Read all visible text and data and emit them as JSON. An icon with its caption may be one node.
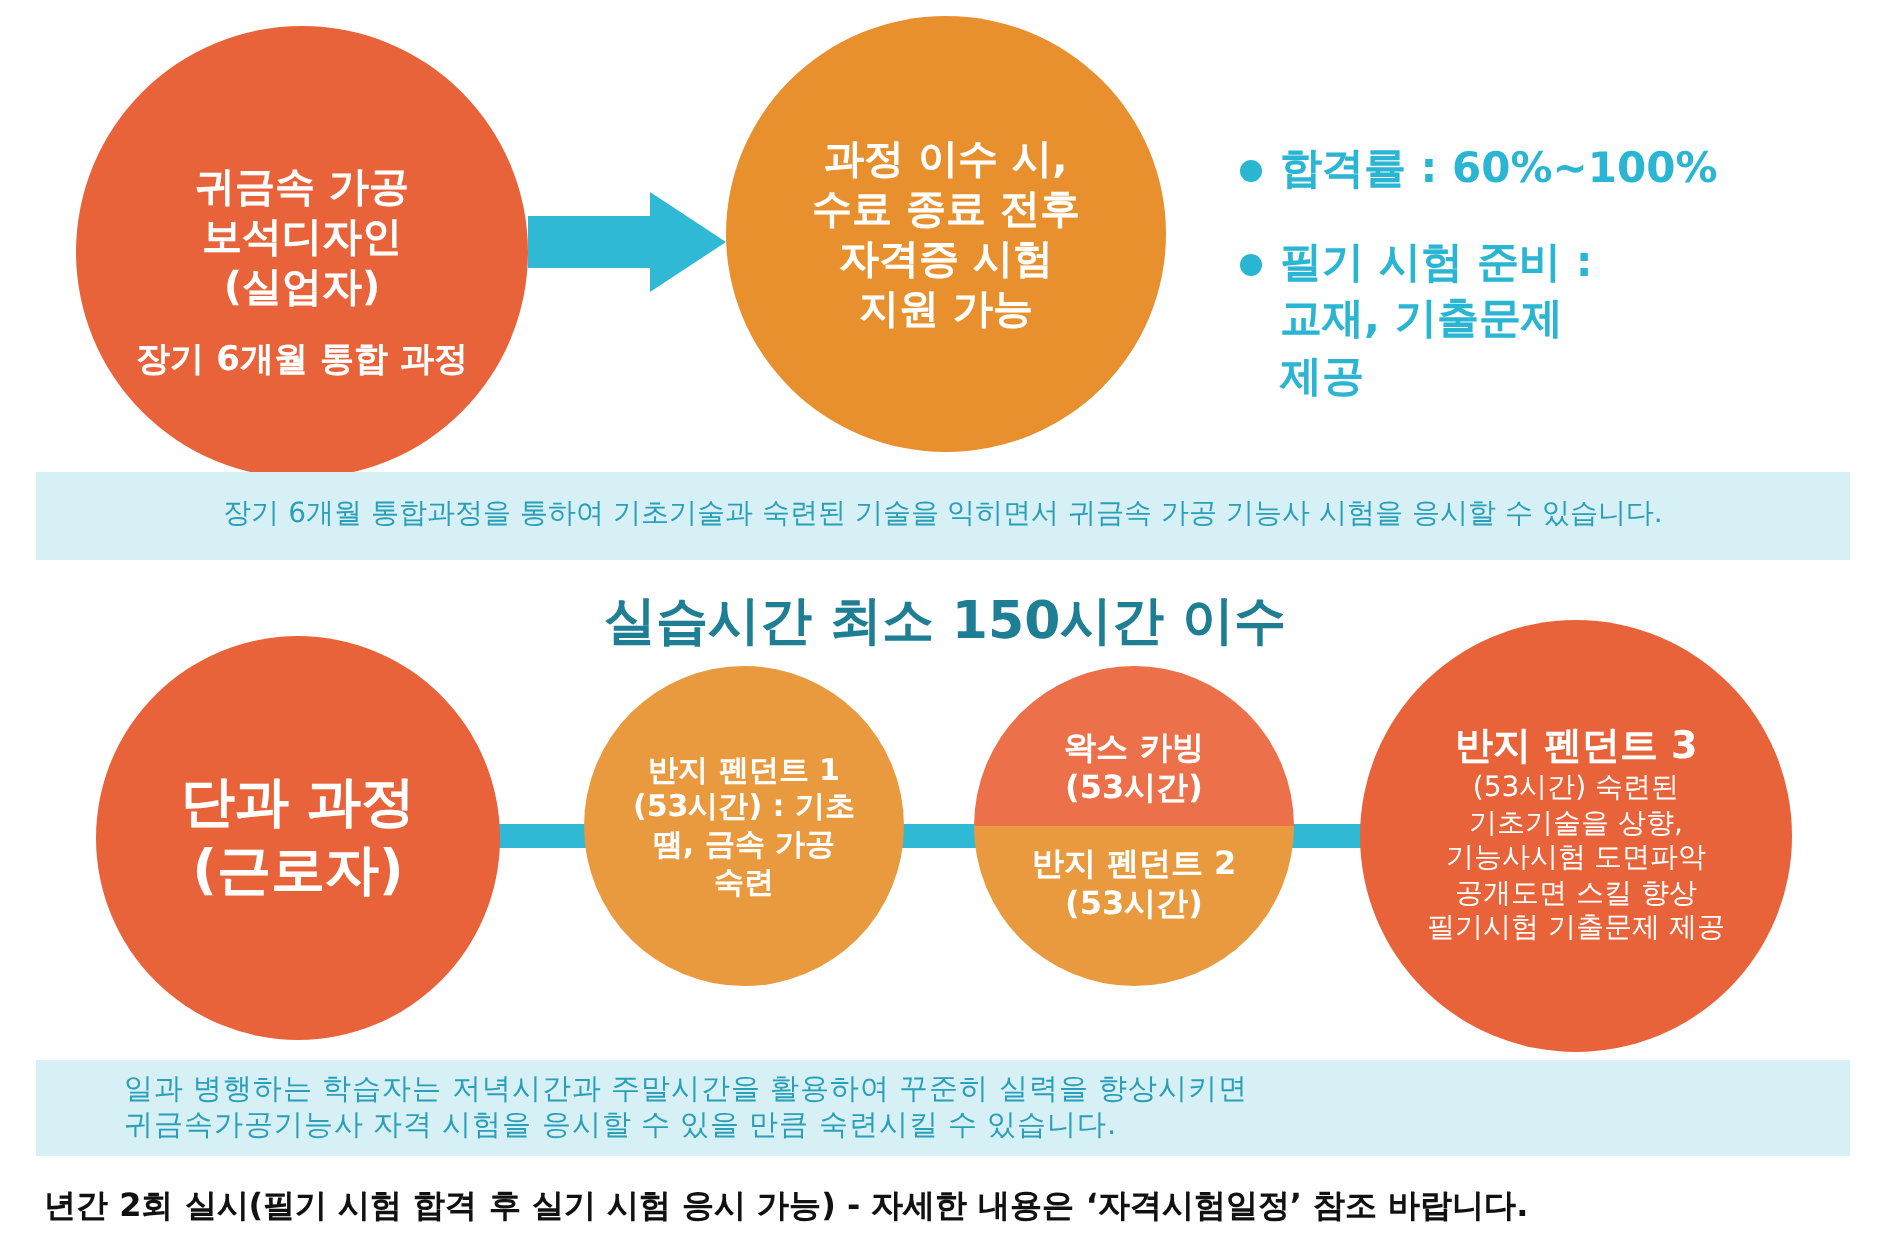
{
  "diagram": {
    "nodes": [
      {
        "text": [
          "귀금속 가공 보석디자인 (실업자)",
          "장기 6개월 통합 과정"
        ]
      },
      {
        "text": [
          "과정 이수 시, 수료 종료 전후 자격증 시험 지원 가능"
        ]
      },
      {
        "text": [
          "장기 6개월 통합과정을 통하여 기초기술과 숙련된 기술을 익히면서 귀금속 가공 기능사 시험을 응시할 수 있습니다."
        ]
      },
      {
        "text": [
          "단과 과정 (근로자)"
        ]
      },
      {
        "text": [
          "반지 펜던트 1 (53시간) : 기초 땜, 금속 가공 숙련"
        ]
      },
      {
        "text": [
          "왁스 카빙 (53시간)",
          "반지 펜던트 2 (53시간)"
        ]
      },
      {
        "text": [
          "반지 펜던트 3",
          "(53시간) 숙련된 기초기술을 상향, 기능사시험 도면파악 공개도면 스킬 향상 필기시험 기출문제 제공"
        ]
      },
      {
        "text": [
          "일과 병행하는 학습자는 저녁시간과 주말시간을 활용하여 꾸준히 실력을 향상시키면 귀금속가공기능사 자격 시험을 응시할 수 있을 만큼 숙련시킬 수 있습니다."
        ]
      }
    ],
    "edges": [
      {
        "from": 0,
        "to": 1,
        "arrow": "to",
        "style": "thick"
      },
      {
        "from": 3,
        "to": 4,
        "arrow": "none"
      },
      {
        "from": 4,
        "to": 5,
        "arrow": "none"
      },
      {
        "from": 5,
        "to": 6,
        "arrow": "none"
      }
    ],
    "labels": [
      "합격률 : 60%~100%",
      "필기 시험 준비 : 교재, 기출문제 제공",
      "실습시간 최소 150시간 이수",
      "년간 2회 실시(필기 시험 합격 후 실기 시험 응시 가능) - 자세한 내용은 ‘자격시험일정’ 참조 바랍니다."
    ]
  }
}
